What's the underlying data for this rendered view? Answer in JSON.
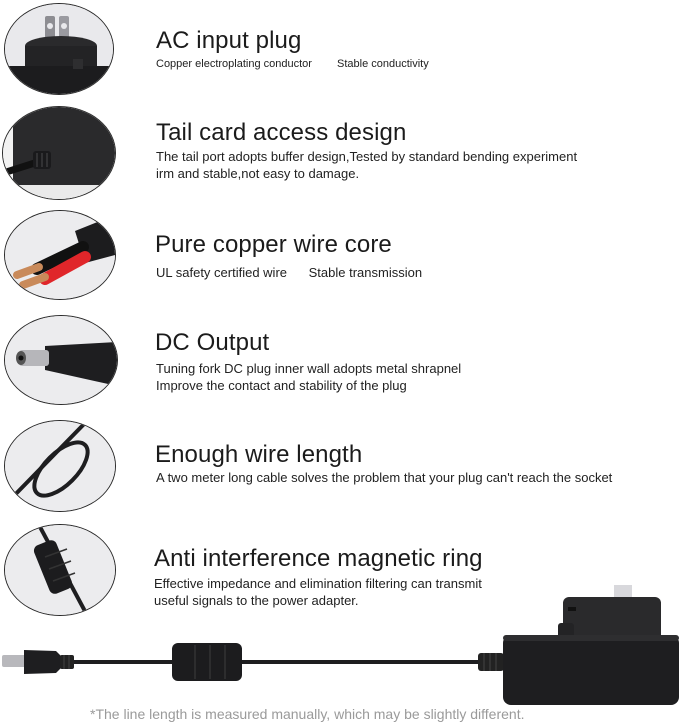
{
  "features": [
    {
      "title": "AC input plug",
      "details": [
        "Copper electroplating conductor",
        "Stable conductivity"
      ],
      "icon": "ac-plug-icon"
    },
    {
      "title": "Tail card access design",
      "details": [
        "The tail port adopts buffer design,Tested by standard bending experiment",
        "irm and stable,not easy to damage."
      ],
      "icon": "tail-port-icon"
    },
    {
      "title": "Pure copper wire core",
      "details": [
        "UL safety certified wire",
        "Stable transmission"
      ],
      "icon": "copper-wire-icon"
    },
    {
      "title": "DC Output",
      "details": [
        "Tuning fork DC plug inner wall adopts metal shrapnel",
        "Improve the contact and stability of the plug"
      ],
      "icon": "dc-plug-icon"
    },
    {
      "title": "Enough wire length",
      "details": [
        "A two meter long cable solves the problem that your plug can't reach the socket"
      ],
      "icon": "coiled-cable-icon"
    },
    {
      "title": "Anti interference magnetic ring",
      "details": [
        "Effective impedance and elimination filtering can transmit",
        "useful signals to the power adapter."
      ],
      "icon": "magnetic-ring-icon"
    }
  ],
  "product_image": "power-adapter-illustration",
  "footnote": "*The line length is measured manually, which may be slightly different.",
  "colors": {
    "background": "#ffffff",
    "circle_fill": "#e9e9ec",
    "product_black": "#1e1e20",
    "copper": "#c98a5a",
    "wire_red": "#e0262a",
    "footnote_gray": "#9a9a9a"
  }
}
